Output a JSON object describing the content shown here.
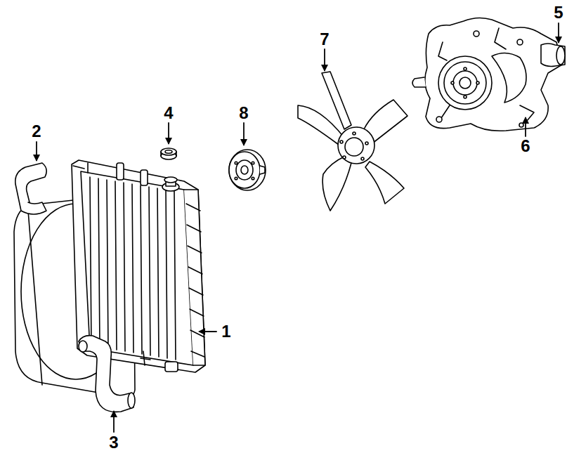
{
  "diagram": {
    "labels": [
      "2",
      "4",
      "8",
      "7",
      "5",
      "1",
      "6",
      "3"
    ]
  }
}
